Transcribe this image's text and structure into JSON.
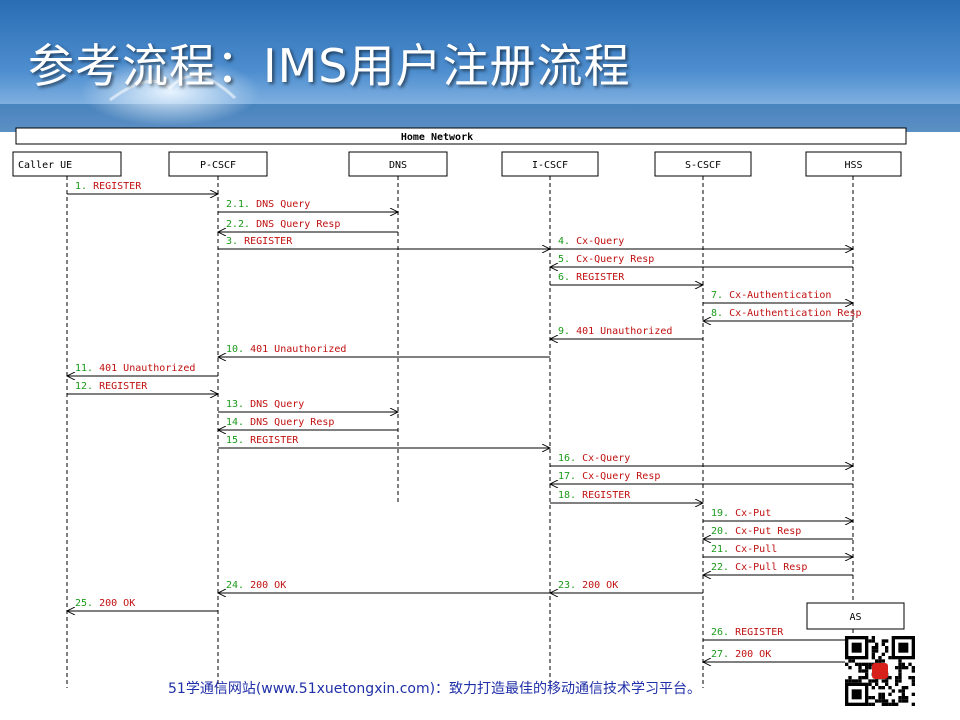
{
  "title": "参考流程：IMS用户注册流程",
  "network_label": "Home Network",
  "entities": [
    {
      "id": "ue",
      "label": "Caller UE"
    },
    {
      "id": "pcscf",
      "label": "P-CSCF"
    },
    {
      "id": "dns",
      "label": "DNS"
    },
    {
      "id": "icscf",
      "label": "I-CSCF"
    },
    {
      "id": "scscf",
      "label": "S-CSCF"
    },
    {
      "id": "hss",
      "label": "HSS"
    },
    {
      "id": "as",
      "label": "AS"
    }
  ],
  "messages": [
    {
      "num": "1.",
      "label": "REGISTER",
      "from": "ue",
      "to": "pcscf"
    },
    {
      "num": "2.1.",
      "label": "DNS Query",
      "from": "pcscf",
      "to": "dns"
    },
    {
      "num": "2.2.",
      "label": "DNS Query Resp",
      "from": "dns",
      "to": "pcscf"
    },
    {
      "num": "3.",
      "label": "REGISTER",
      "from": "pcscf",
      "to": "icscf"
    },
    {
      "num": "4.",
      "label": "Cx-Query",
      "from": "icscf",
      "to": "hss"
    },
    {
      "num": "5.",
      "label": "Cx-Query Resp",
      "from": "hss",
      "to": "icscf"
    },
    {
      "num": "6.",
      "label": "REGISTER",
      "from": "icscf",
      "to": "scscf"
    },
    {
      "num": "7.",
      "label": "Cx-Authentication",
      "from": "scscf",
      "to": "hss"
    },
    {
      "num": "8.",
      "label": "Cx-Authentication Resp",
      "from": "hss",
      "to": "scscf"
    },
    {
      "num": "9.",
      "label": "401 Unauthorized",
      "from": "scscf",
      "to": "icscf"
    },
    {
      "num": "10.",
      "label": "401 Unauthorized",
      "from": "icscf",
      "to": "pcscf"
    },
    {
      "num": "11.",
      "label": "401 Unauthorized",
      "from": "pcscf",
      "to": "ue"
    },
    {
      "num": "12.",
      "label": "REGISTER",
      "from": "ue",
      "to": "pcscf"
    },
    {
      "num": "13.",
      "label": "DNS Query",
      "from": "pcscf",
      "to": "dns"
    },
    {
      "num": "14.",
      "label": "DNS Query Resp",
      "from": "dns",
      "to": "pcscf"
    },
    {
      "num": "15.",
      "label": "REGISTER",
      "from": "pcscf",
      "to": "icscf"
    },
    {
      "num": "16.",
      "label": "Cx-Query",
      "from": "icscf",
      "to": "hss"
    },
    {
      "num": "17.",
      "label": "Cx-Query Resp",
      "from": "hss",
      "to": "icscf"
    },
    {
      "num": "18.",
      "label": "REGISTER",
      "from": "icscf",
      "to": "scscf"
    },
    {
      "num": "19.",
      "label": "Cx-Put",
      "from": "scscf",
      "to": "hss"
    },
    {
      "num": "20.",
      "label": "Cx-Put Resp",
      "from": "hss",
      "to": "scscf"
    },
    {
      "num": "21.",
      "label": "Cx-Pull",
      "from": "scscf",
      "to": "hss"
    },
    {
      "num": "22.",
      "label": "Cx-Pull Resp",
      "from": "hss",
      "to": "scscf"
    },
    {
      "num": "23.",
      "label": "200 OK",
      "from": "scscf",
      "to": "icscf"
    },
    {
      "num": "24.",
      "label": "200 OK",
      "from": "icscf",
      "to": "pcscf"
    },
    {
      "num": "25.",
      "label": "200 OK",
      "from": "pcscf",
      "to": "ue"
    },
    {
      "num": "26.",
      "label": "REGISTER",
      "from": "scscf",
      "to": "as"
    },
    {
      "num": "27.",
      "label": "200 OK",
      "from": "as",
      "to": "scscf"
    }
  ],
  "footer": "51学通信网站(www.51xuetongxin.com)：致力打造最佳的移动通信技术学习平台。",
  "colors": {
    "number": "#1a9a1a",
    "label": "#c01010",
    "line": "#000000",
    "header_dark": "#1d5fa2",
    "header_light": "#7fb5e6"
  }
}
